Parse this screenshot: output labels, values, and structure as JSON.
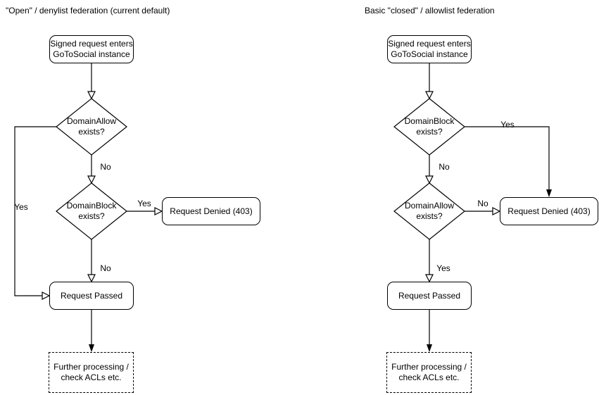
{
  "background": "#ffffff",
  "stroke_color": "#000000",
  "text_color": "#000000",
  "diagrams": [
    {
      "title": "\"Open\" / denylist federation (current default)",
      "nodes": {
        "start": "Signed request enters\nGoToSocial instance",
        "decision1": "DomainAllow\nexists?",
        "decision2": "DomainBlock\nexists?",
        "denied": "Request Denied (403)",
        "passed": "Request Passed",
        "further": "Further processing /\ncheck ACLs etc."
      },
      "edge_labels": {
        "decision1_yes": "Yes",
        "decision1_no": "No",
        "decision2_yes": "Yes",
        "decision2_no": "No"
      }
    },
    {
      "title": "Basic \"closed\" / allowlist federation",
      "nodes": {
        "start": "Signed request enters\nGoToSocial instance",
        "decision1": "DomainBlock\nexists?",
        "decision2": "DomainAllow\nexists?",
        "denied": "Request Denied (403)",
        "passed": "Request Passed",
        "further": "Further processing /\ncheck ACLs etc."
      },
      "edge_labels": {
        "decision1_yes": "Yes",
        "decision1_no": "No",
        "decision2_no": "No",
        "decision2_yes": "Yes"
      }
    }
  ]
}
